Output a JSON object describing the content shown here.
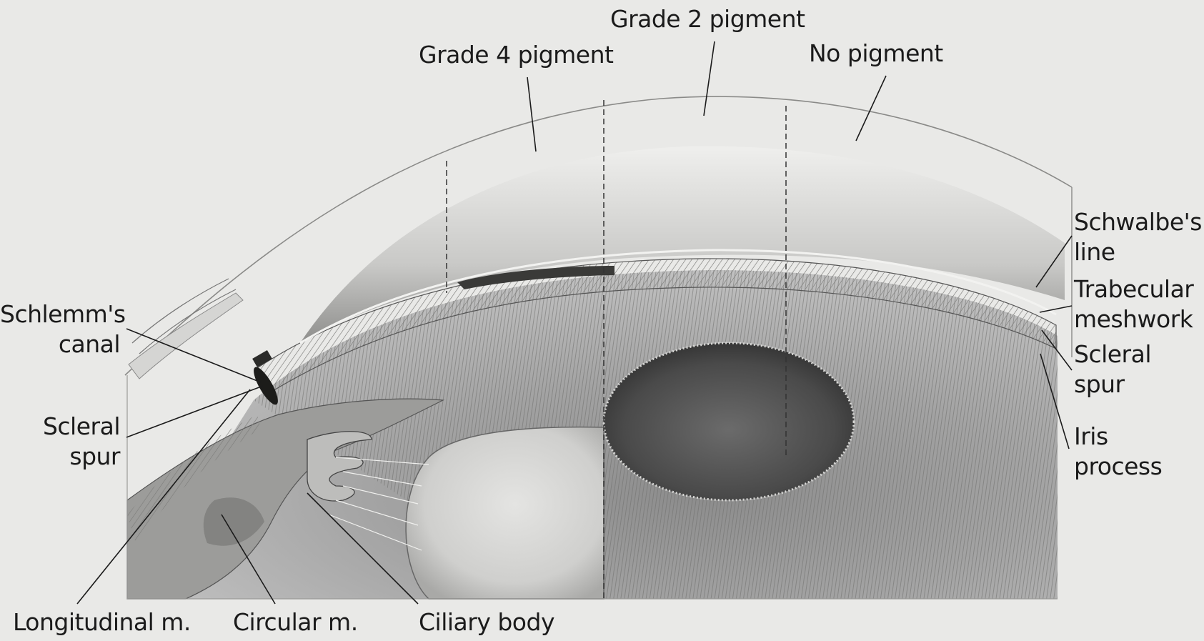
{
  "labels": {
    "grade2": "Grade 2 pigment",
    "grade4": "Grade 4 pigment",
    "no_pigment": "No pigment",
    "schwalbe_1": "Schwalbe's",
    "schwalbe_2": "line",
    "trabecular_1": "Trabecular",
    "trabecular_2": "meshwork",
    "scleral_right_1": "Scleral",
    "scleral_right_2": "spur",
    "iris_1": "Iris",
    "iris_2": "process",
    "schlemm_1": "Schlemm's",
    "schlemm_2": "canal",
    "scleral_left_1": "Scleral",
    "scleral_left_2": "spur",
    "longitudinal": "Longitudinal m.",
    "circular": "Circular m.",
    "ciliary": "Ciliary body"
  }
}
